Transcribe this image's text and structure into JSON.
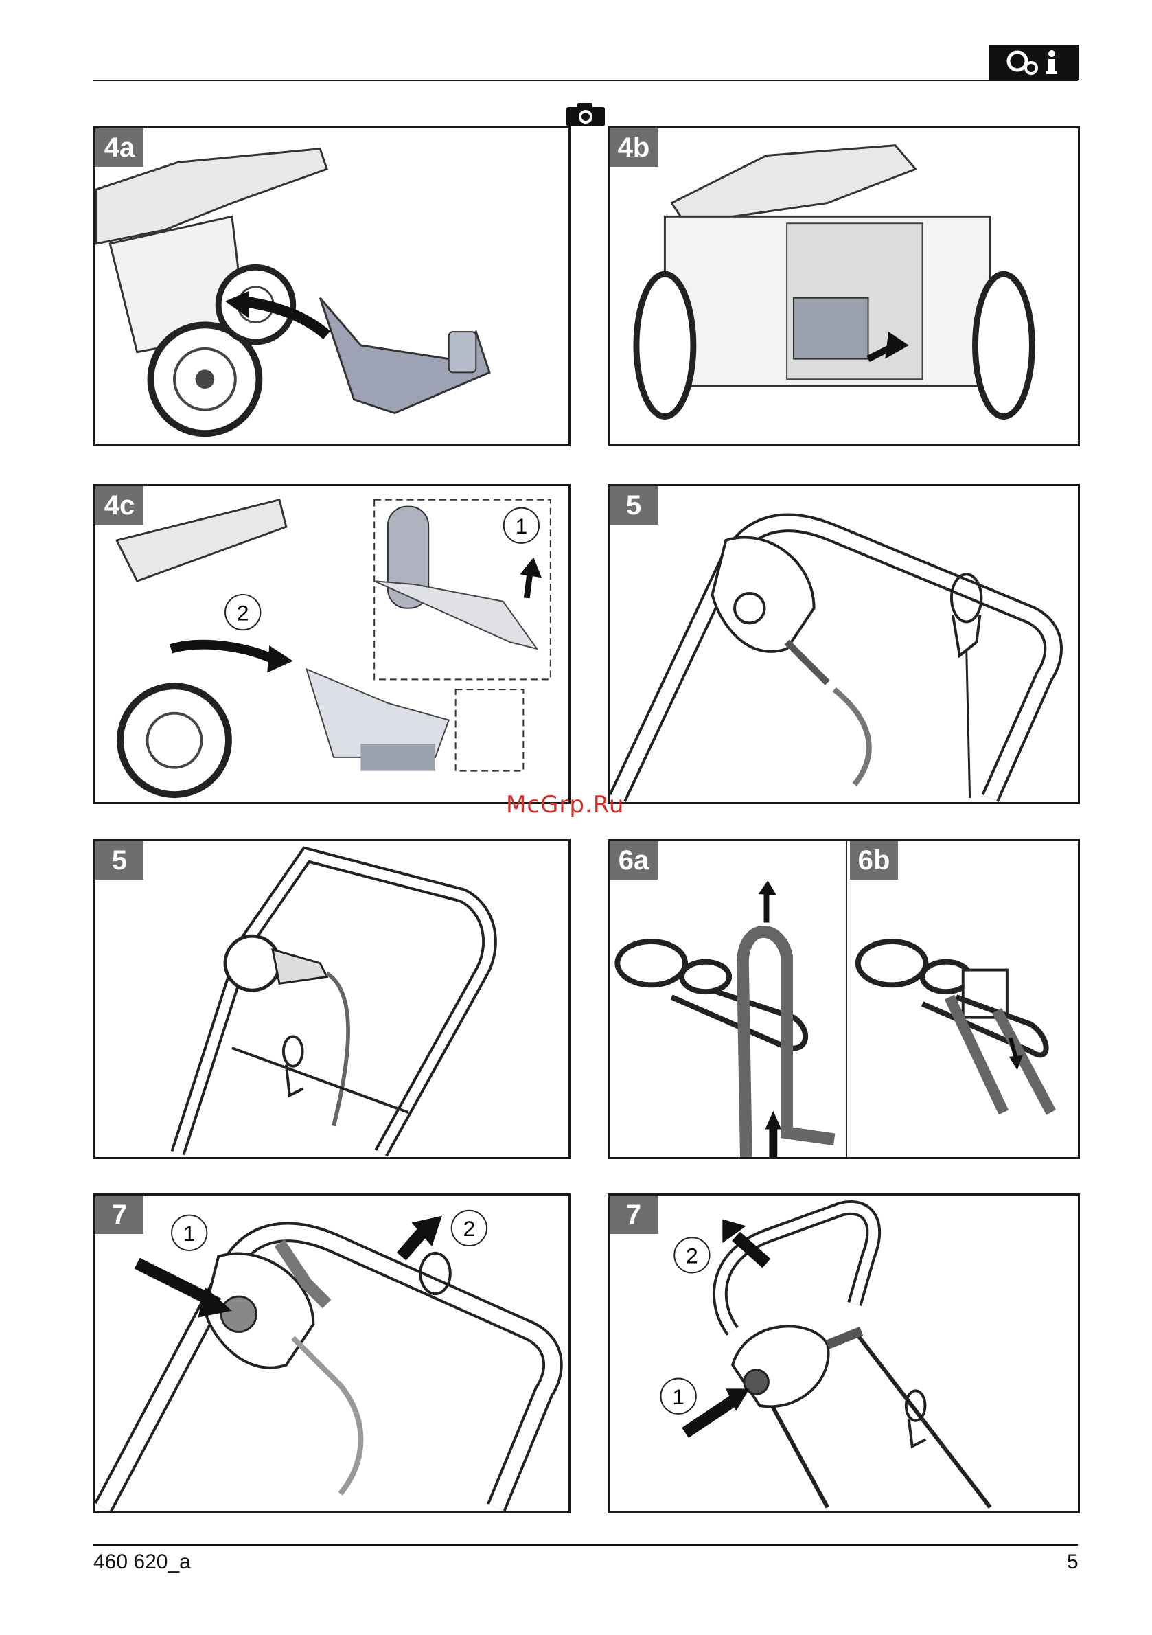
{
  "header": {
    "badge_icon": "settings-info-icon",
    "camera_icon": "camera-icon"
  },
  "panels": [
    {
      "id": "4a",
      "label": "4a"
    },
    {
      "id": "4b",
      "label": "4b"
    },
    {
      "id": "4c",
      "label": "4c",
      "callouts": [
        "1",
        "2"
      ]
    },
    {
      "id": "5-top",
      "label": "5"
    },
    {
      "id": "5-bottom",
      "label": "5"
    },
    {
      "id": "6",
      "label_a": "6a",
      "label_b": "6b"
    },
    {
      "id": "7-left",
      "label": "7",
      "callouts": [
        "1",
        "2"
      ]
    },
    {
      "id": "7-right",
      "label": "7",
      "callouts": [
        "2",
        "1"
      ]
    }
  ],
  "watermark": "McGrp.Ru",
  "footer": {
    "doc_code": "460 620_a",
    "page_number": "5"
  },
  "colors": {
    "tag_background": "#6e6e6e",
    "watermark": "#d0312d",
    "rule": "#111111"
  }
}
